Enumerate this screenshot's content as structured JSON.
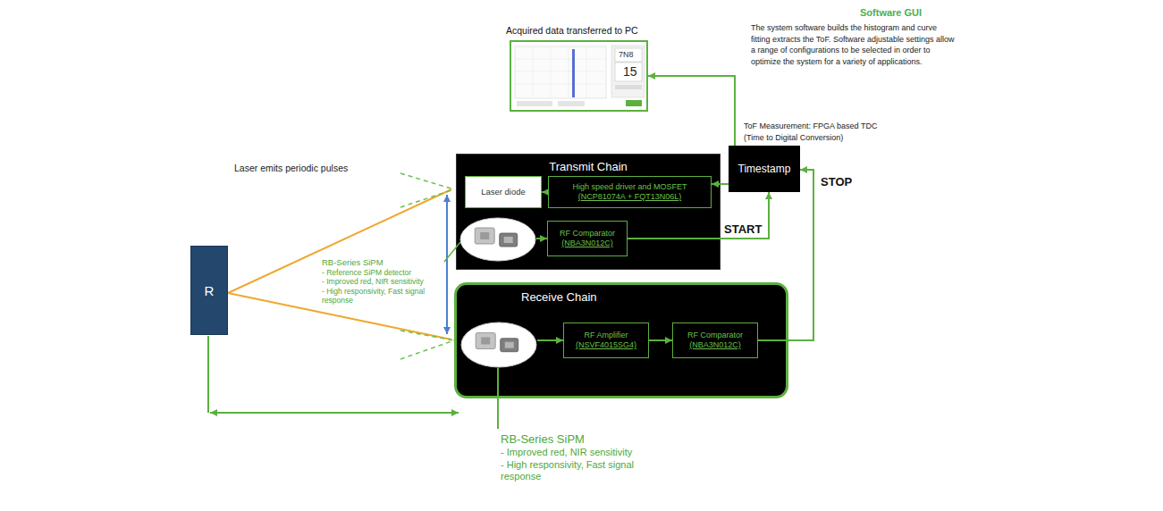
{
  "diagram": {
    "nodes": [
      {
        "text": [
          "Acquired data transferred to PC"
        ]
      },
      {
        "text": [
          "Transmit Chain"
        ]
      },
      {
        "text": [
          "Laser diode"
        ],
        "in": 1
      },
      {
        "text": [
          "High speed driver and MOSFET",
          "(NCP81074A + FQT13N06L)"
        ],
        "in": 1
      },
      {
        "text": [
          "RB-Series SiPM",
          "- Reference SiPM detector",
          "- Improved red, NIR sensitivity",
          "- High responsivity, Fast signal response"
        ],
        "in": 1
      },
      {
        "text": [
          "RF Comparator",
          "(NBA3N012C)"
        ],
        "in": 1
      },
      {
        "text": [
          "Timestamp"
        ]
      },
      {
        "text": [
          "Receive Chain"
        ]
      },
      {
        "text": [
          "RB-Series SiPM",
          "- Improved red, NIR sensitivity",
          "- High responsivity, Fast signal response"
        ],
        "in": 7
      },
      {
        "text": [
          "RF Amplifier",
          "(NSVF4015SG4)"
        ],
        "in": 7
      },
      {
        "text": [
          "RF Comparator",
          "(NBA3N012C)"
        ],
        "in": 7
      },
      {
        "text": [
          "R"
        ]
      }
    ],
    "edges": [
      {
        "from": 3,
        "to": 2,
        "arrow": "to"
      },
      {
        "from": 4,
        "to": 5,
        "arrow": "to"
      },
      {
        "from": 5,
        "to": 6,
        "label": "START",
        "arrow": "to"
      },
      {
        "from": 6,
        "to": 3,
        "arrow": "to"
      },
      {
        "from": 6,
        "to": 0,
        "arrow": "to"
      },
      {
        "from": 8,
        "to": 9,
        "arrow": "to"
      },
      {
        "from": 9,
        "to": 10,
        "arrow": "to"
      },
      {
        "from": 10,
        "to": 6,
        "label": "STOP",
        "arrow": "to"
      }
    ],
    "labels": [
      "Software GUI",
      "The system software builds the histogram and curve fitting extracts the ToF. Software adjustable settings allow a range of configurations to be selected in order to optimize the system for a variety of applications.",
      "ToF Measurement: FPGA based TDC (Time to Digital Conversion)",
      "Laser emits periodic pulses",
      "7N8",
      "15"
    ]
  }
}
